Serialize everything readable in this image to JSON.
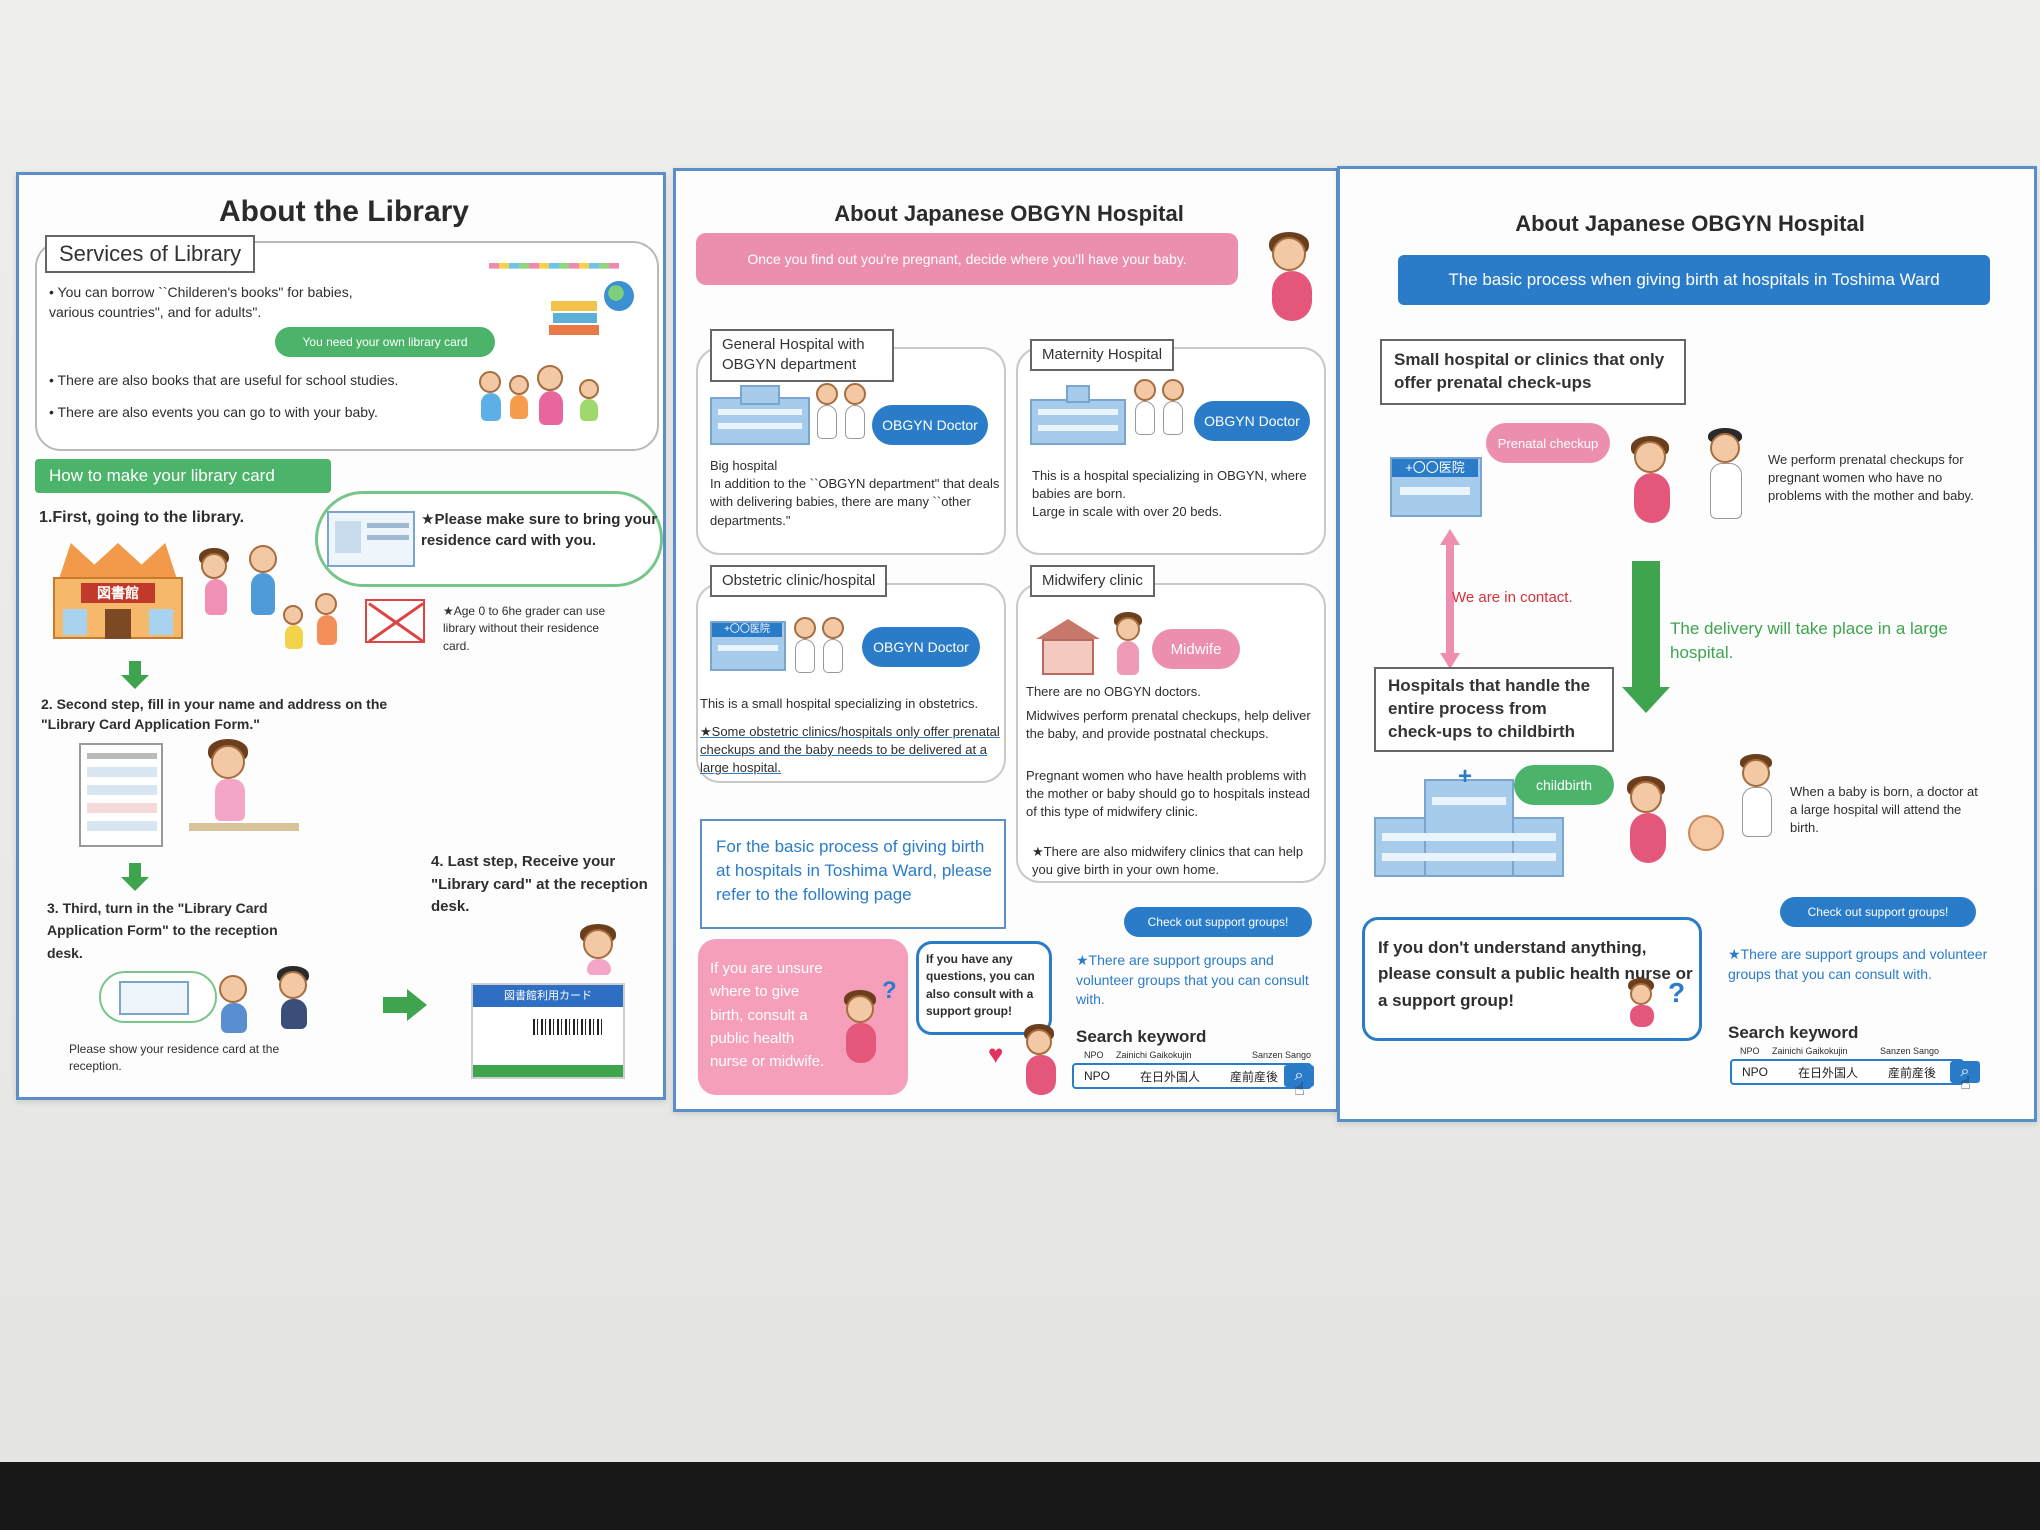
{
  "library": {
    "title": "About the Library",
    "services_heading": "Services of Library",
    "bullet1": "• You can borrow ``Childeren's books\" for babies, various countries\", and for adults\".",
    "need_card_pill": "You need your own library card",
    "bullet2": "• There are also books that are useful for school studies.",
    "bullet3": "• There are also events you can go to with your baby.",
    "howto_bar": "How to make your library card",
    "step1": "1.First, going to the library.",
    "cloud_note": "★Please make sure to bring your residence card with you.",
    "library_sign": "図書館",
    "age_note": "★Age 0 to 6he grader can use library without their residence card.",
    "step2": "2. Second step, fill in your name and address on the \"Library Card Application Form.\"",
    "step3": "3. Third, turn in the \"Library Card Application Form\" to the reception desk.",
    "show_card_note": "Please show your residence card at the reception.",
    "step4": "4. Last step, Receive your \"Library card\" at the reception desk.",
    "card_label": "図書館利用カード"
  },
  "obgyn1": {
    "title": "About Japanese OBGYN Hospital",
    "pink_bar": "Once you find out you're pregnant, decide where you'll have your baby.",
    "general_tag": "General Hospital with OBGYN department",
    "general_pill": "OBGYN Doctor",
    "general_text": "Big hospital\nIn addition to the ``OBGYN department\" that deals with delivering babies, there are many ``other departments.\"",
    "maternity_tag": "Maternity Hospital",
    "maternity_pill": "OBGYN Doctor",
    "maternity_text": "This is a hospital specializing in OBGYN, where babies are born.\nLarge in scale with over 20 beds.",
    "obstetric_tag": "Obstetric clinic/hospital",
    "obstetric_pill": "OBGYN Doctor",
    "obstetric_sign": "+〇〇医院",
    "obstetric_text": "This is a small hospital specializing in obstetrics.",
    "obstetric_note": "★Some obstetric clinics/hospitals only offer prenatal checkups and the baby needs to be delivered at a large hospital.",
    "midwifery_tag": "Midwifery clinic",
    "midwifery_pill": "Midwife",
    "midwifery_text1": "There are no OBGYN doctors.",
    "midwifery_text2": "Midwives perform prenatal checkups, help deliver the baby, and provide postnatal checkups.",
    "midwifery_text3": "Pregnant women who have health problems with the mother or baby should go to hospitals instead of this type of midwifery clinic.",
    "midwifery_note": "★There are also midwifery clinics that can help you give birth in your own home.",
    "refer_box": "For the basic process of giving birth at hospitals in Toshima Ward, please refer to the following page",
    "unsure_box": "If you are unsure where to give birth, consult a public health nurse or midwife.",
    "questions_box": "If you have any questions, you can also consult with a support group!",
    "support_pill": "Check out support groups!",
    "support_text": "★There are support groups and volunteer groups that you can consult with.",
    "search_heading": "Search keyword",
    "kw_labels": [
      "NPO",
      "Zainichi Gaikokujin",
      "Sanzen Sango"
    ],
    "kw_values": [
      "NPO",
      "在日外国人",
      "産前産後"
    ]
  },
  "obgyn2": {
    "title": "About Japanese OBGYN Hospital",
    "blue_bar": "The basic process when giving birth at hospitals in Toshima Ward",
    "small_hospital_box": "Small hospital or clinics that only offer prenatal check-ups",
    "prenatal_pill": "Prenatal checkup",
    "clinic_sign": "+〇〇医院",
    "doctor_text": "We perform prenatal checkups for pregnant women who have no problems with the mother and baby.",
    "contact_text": "We are in contact.",
    "delivery_text": "The delivery will take place in a large hospital.",
    "large_hospital_box": "Hospitals that handle the entire process from check-ups to childbirth",
    "childbirth_pill": "childbirth",
    "birth_text": "When a baby is born, a doctor at a large hospital will attend the birth.",
    "consult_box": "If you don't understand anything, please consult a public health nurse or a support group!",
    "support_pill": "Check out support groups!",
    "support_text": "★There are support groups and volunteer groups that you can consult with.",
    "search_heading": "Search keyword",
    "kw_labels": [
      "NPO",
      "Zainichi Gaikokujin",
      "Sanzen Sango"
    ],
    "kw_values": [
      "NPO",
      "在日外国人",
      "産前産後"
    ]
  },
  "icons": {
    "search": "magnifier",
    "cursor": "hand-pointer",
    "arrow": "down-arrow",
    "question": "?"
  }
}
